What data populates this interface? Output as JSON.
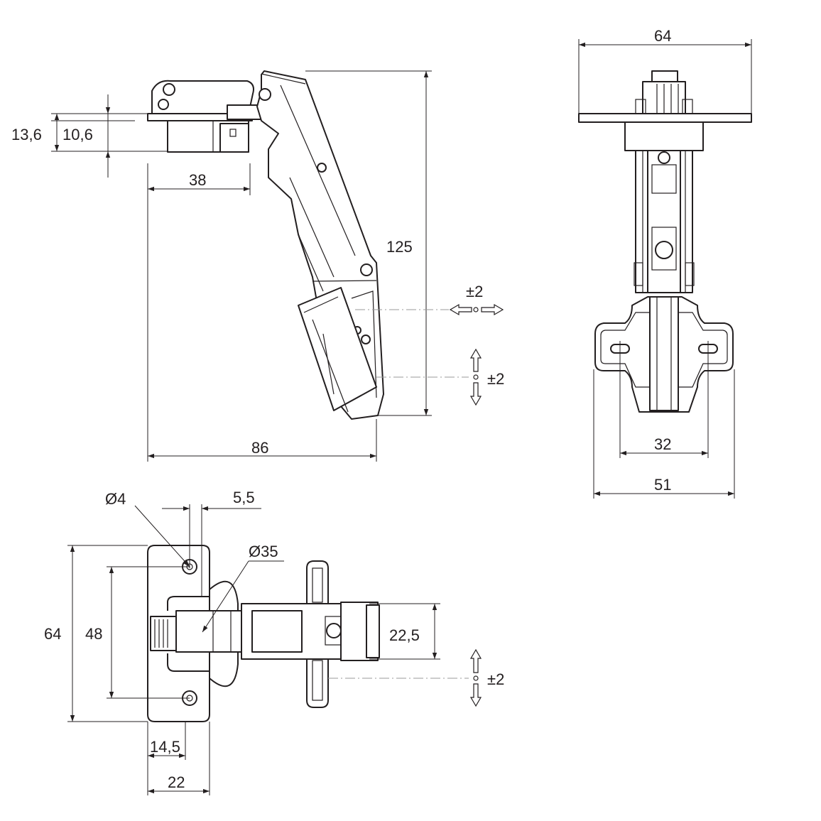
{
  "side_view": {
    "dim_13_6": "13,6",
    "dim_10_6": "10,6",
    "dim_38": "38",
    "dim_125": "125",
    "dim_86": "86",
    "adjust_depth": "±2",
    "adjust_height": "±2"
  },
  "front_view": {
    "dim_64": "64",
    "dim_32": "32",
    "dim_51": "51"
  },
  "top_view": {
    "dim_d4": "Ø4",
    "dim_5_5": "5,5",
    "dim_d35": "Ø35",
    "dim_64": "64",
    "dim_48": "48",
    "dim_22_5": "22,5",
    "dim_14_5": "14,5",
    "dim_22": "22",
    "adjust_side": "±2"
  }
}
